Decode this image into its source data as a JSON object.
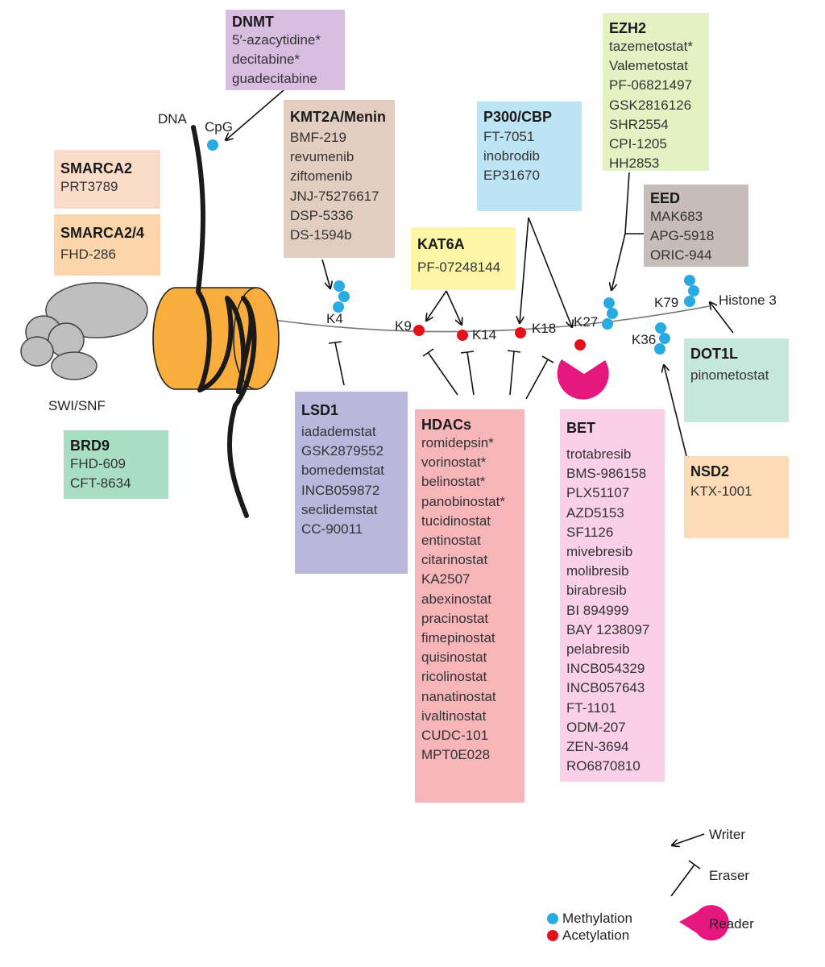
{
  "colors": {
    "methylation": "#29abe2",
    "acetylation": "#e3131b",
    "reader": "#e6177f",
    "nucleosome": "#f9ad3d",
    "swisnf": "#bfbfbf"
  },
  "labels": {
    "dna": "DNA",
    "cpg": "CpG",
    "swisnf": "SWI/SNF",
    "histone3": "Histone 3",
    "k4": "K4",
    "k9": "K9",
    "k14": "K14",
    "k18": "K18",
    "k27": "K27",
    "k36": "K36",
    "k79": "K79"
  },
  "legend": {
    "writer": "Writer",
    "eraser": "Eraser",
    "reader": "Reader",
    "methylation": "Methylation",
    "acetylation": "Acetylation"
  },
  "boxes": {
    "dnmt": {
      "title": "DNMT",
      "items": [
        "5′-azacytidine*",
        "decitabine*",
        "guadecitabine"
      ]
    },
    "smarca2": {
      "title": "SMARCA2",
      "items": [
        "PRT3789"
      ]
    },
    "smarca24": {
      "title": "SMARCA2/4",
      "items": [
        "FHD-286"
      ]
    },
    "brd9": {
      "title": "BRD9",
      "items": [
        "FHD-609",
        "CFT-8634"
      ]
    },
    "kmt2a": {
      "title": "KMT2A/Menin",
      "items": [
        "BMF-219",
        "revumenib",
        "ziftomenib",
        "JNJ-75276617",
        "DSP-5336",
        "DS-1594b"
      ]
    },
    "lsd1": {
      "title": "LSD1",
      "items": [
        "iadademstat",
        "GSK2879552",
        "bomedemstat",
        "INCB059872",
        "seclidemstat",
        "CC-90011"
      ]
    },
    "kat6a": {
      "title": "KAT6A",
      "items": [
        "PF-07248144"
      ]
    },
    "p300": {
      "title": "P300/CBP",
      "items": [
        "FT-7051",
        "inobrodib",
        "EP31670"
      ]
    },
    "ezh2": {
      "title": "EZH2",
      "items": [
        "tazemetostat*",
        "Valemetostat",
        "PF-06821497",
        "GSK2816126",
        "SHR2554",
        "CPI-1205",
        "HH2853"
      ]
    },
    "eed": {
      "title": "EED",
      "items": [
        "MAK683",
        "APG-5918",
        "ORIC-944"
      ]
    },
    "dot1l": {
      "title": "DOT1L",
      "items": [
        "pinometostat"
      ]
    },
    "nsd2": {
      "title": "NSD2",
      "items": [
        "KTX-1001"
      ]
    },
    "hdacs": {
      "title": "HDACs",
      "items": [
        "romidepsin*",
        "vorinostat*",
        "belinostat*",
        "panobinostat*",
        "tucidinostat",
        "entinostat",
        "citarinostat",
        "KA2507",
        "abexinostat",
        "pracinostat",
        "fimepinostat",
        "quisinostat",
        "ricolinostat",
        "nanatinostat",
        "ivaltinostat",
        "CUDC-101",
        "MPT0E028"
      ]
    },
    "bet": {
      "title": "BET",
      "items": [
        "trotabresib",
        "BMS-986158",
        "PLX51107",
        "AZD5153",
        "SF1126",
        "mivebresib",
        "molibresib",
        "birabresib",
        "BI 894999",
        "BAY 1238097",
        "pelabresib",
        "INCB054329",
        "INCB057643",
        "FT-1101",
        "ODM-207",
        "ZEN-3694",
        "RO6870810"
      ]
    }
  }
}
